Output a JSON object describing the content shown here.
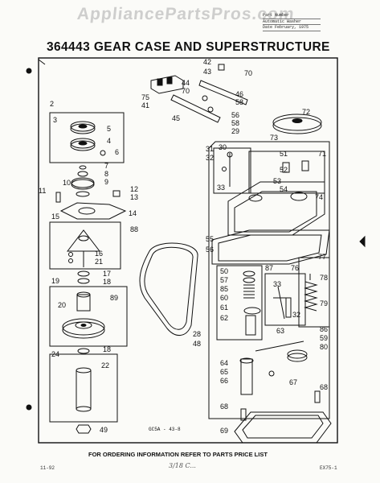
{
  "watermark": "AppliancePartsPros.com",
  "publication": {
    "line1": "Part Number",
    "line2": "Automatic Washer",
    "line3": "Date   February, 1975"
  },
  "title": "364443 GEAR CASE AND SUPERSTRUCTURE",
  "drawing_code": "GC5A - 43-8",
  "footer": "FOR ORDERING INFORMATION REFER TO PARTS PRICE LIST",
  "corner_left": "11-92",
  "corner_right": "EX75-1",
  "handwriting": "3/18 C...",
  "callouts": {
    "c2": "2",
    "c3": "3",
    "c5": "5",
    "c4": "4",
    "c6": "6",
    "c7": "7",
    "c8": "8",
    "c10": "10",
    "c9": "9",
    "c11": "11",
    "c12": "12",
    "c13": "13",
    "c14": "14",
    "c15": "15",
    "c88": "88",
    "c16": "16",
    "c21": "21",
    "c17": "17",
    "c18a": "18",
    "c19": "19",
    "c20": "20",
    "c89": "89",
    "c18b": "18",
    "c24": "24",
    "c22": "22",
    "c49": "49",
    "c42": "42",
    "c43": "43",
    "c70a": "70",
    "c44": "44",
    "c70b": "70",
    "c46": "46",
    "c58a": "58",
    "c75": "75",
    "c41": "41",
    "c45": "45",
    "c56a": "56",
    "c58b": "58",
    "c29": "29",
    "c72": "72",
    "c73": "73",
    "c31": "31",
    "c30": "30",
    "c32": "32",
    "c51": "51",
    "c71": "71",
    "c52": "52",
    "c53": "53",
    "c54": "54",
    "c33a": "33",
    "c74": "74",
    "c55": "55",
    "c56b": "56",
    "c77": "77",
    "c50": "50",
    "c87": "87",
    "c76": "76",
    "c57": "57",
    "c85": "85",
    "c60": "60",
    "c33b": "33",
    "c78": "78",
    "c61": "61",
    "c62": "62",
    "c79": "79",
    "c32b": "32",
    "c28": "28",
    "c48": "48",
    "c86": "86",
    "c59": "59",
    "c80": "80",
    "c63": "63",
    "c64": "64",
    "c65": "65",
    "c66": "66",
    "c67": "67",
    "c68a": "68",
    "c68b": "68",
    "c69": "69"
  },
  "colors": {
    "ink": "#111111",
    "paper": "#fbfbf8",
    "watermark": "#aaaaaa"
  }
}
